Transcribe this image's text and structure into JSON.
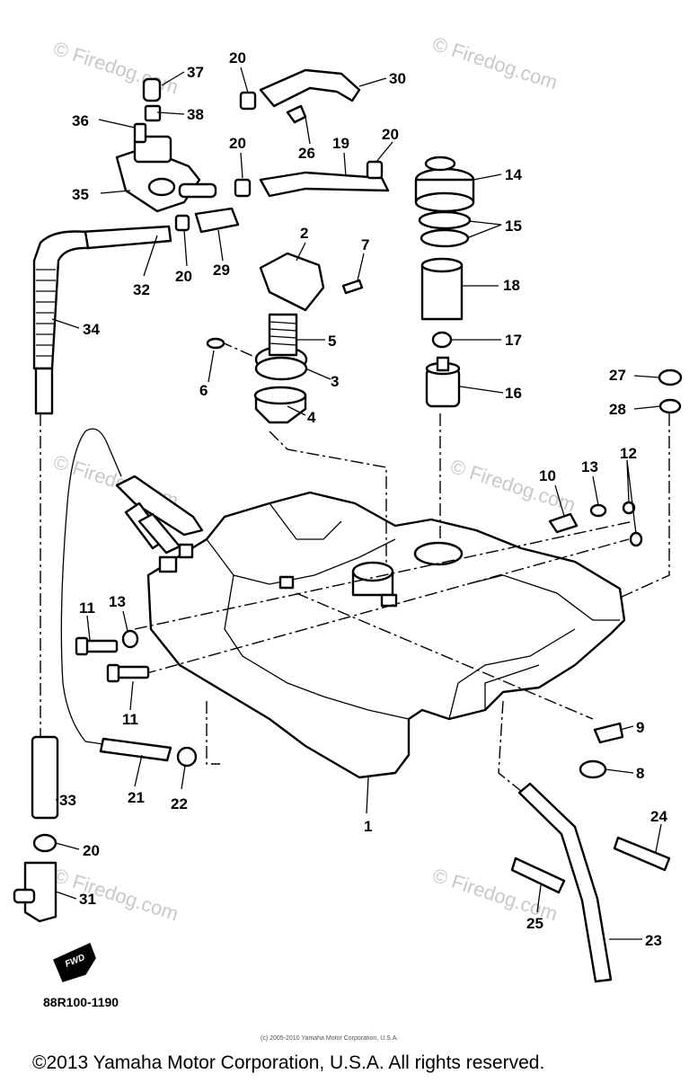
{
  "diagram": {
    "part_labels": [
      "1",
      "2",
      "3",
      "4",
      "5",
      "6",
      "7",
      "8",
      "9",
      "10",
      "11",
      "11",
      "12",
      "13",
      "13",
      "14",
      "15",
      "16",
      "17",
      "18",
      "19",
      "20",
      "20",
      "20",
      "20",
      "20",
      "21",
      "22",
      "23",
      "24",
      "25",
      "26",
      "27",
      "28",
      "29",
      "30",
      "31",
      "32",
      "33",
      "34",
      "35",
      "36",
      "37",
      "38"
    ],
    "drawing_code": "88R100-1190",
    "fwd_tag": "FWD",
    "watermark": "© Firedog.com",
    "tiny_notice": "(c) 2005-2010 Yamaha Motor Corporation, U.S.A.",
    "copyright": "©2013 Yamaha Motor Corporation, U.S.A. All rights reserved."
  }
}
